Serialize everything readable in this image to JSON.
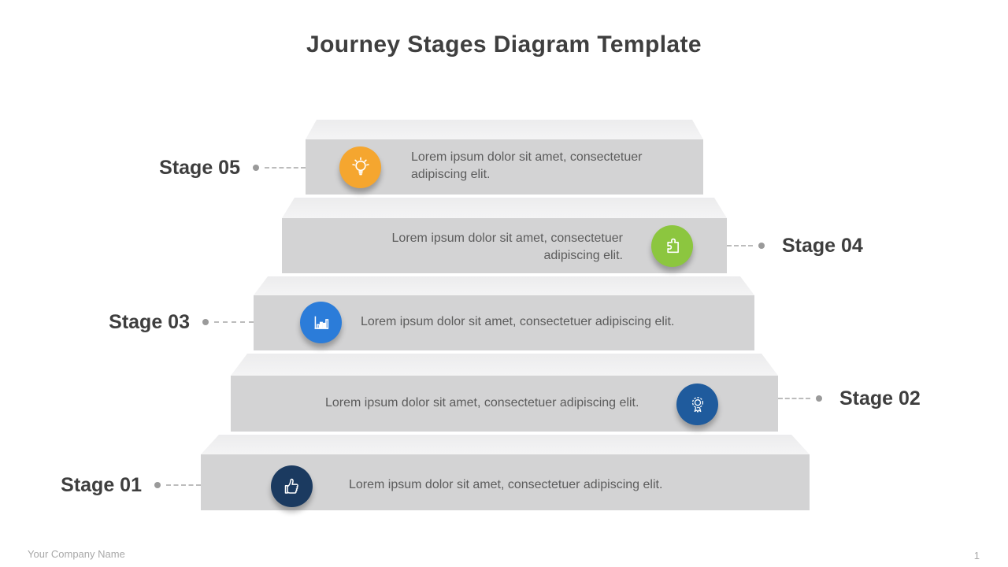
{
  "slide": {
    "title": "Journey Stages Diagram Template",
    "footer": {
      "company_name": "Your Company Name",
      "page_number": "1"
    }
  },
  "stages": [
    {
      "label": "Stage 01",
      "text": "Lorem ipsum dolor sit amet, consectetuer adipiscing elit.",
      "icon": "thumbs-up-icon",
      "color": "#1b3a60",
      "connector_side": "left"
    },
    {
      "label": "Stage 02",
      "text": "Lorem ipsum dolor sit amet, consectetuer adipiscing elit.",
      "icon": "award-ribbon-icon",
      "color": "#1f5b9d",
      "connector_side": "right"
    },
    {
      "label": "Stage 03",
      "text": "Lorem ipsum dolor sit amet, consectetuer adipiscing elit.",
      "icon": "bar-chart-icon",
      "color": "#2b7cd9",
      "connector_side": "left"
    },
    {
      "label": "Stage 04",
      "text": "Lorem ipsum dolor sit amet, consectetuer adipiscing elit.",
      "icon": "puzzle-piece-icon",
      "color": "#8cc63f",
      "connector_side": "right"
    },
    {
      "label": "Stage 05",
      "text": "Lorem ipsum dolor sit amet, consectetuer adipiscing elit.",
      "icon": "lightbulb-icon",
      "color": "#f5a62f",
      "connector_side": "left"
    }
  ],
  "colors": {
    "step_face": "#d3d3d4",
    "step_top": "#f0f0f1",
    "label_text": "#3e3e3e",
    "body_text": "#5c5c5c",
    "connector": "#9a9a9a"
  }
}
